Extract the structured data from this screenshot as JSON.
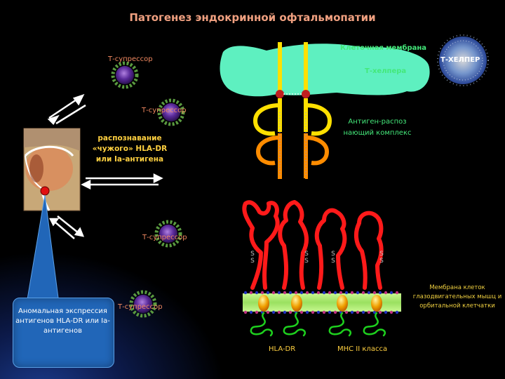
{
  "title": "Патогенез эндокринной офтальмопатии",
  "t_suppressor_labels": [
    "Т-супрессор",
    "Т-супрессор",
    "Т-супрессор",
    "Т-супрессор"
  ],
  "t_helper_label": "Т-ХЕЛПЕР",
  "cell_membrane_label": "Клеточная мембрана",
  "t_helper_sub_label": "Т-хелпера",
  "antigen_complex_label": "Антиген-распоз нающий комплекс",
  "recognition_text": "распознавание «чужого» HLA-DR или Iа-антигена",
  "muscle_membrane_text": "Мембрана клеток глазодвигательных мышц и орбитальной клетчатки",
  "hla_dr_label": "HLA-DR",
  "mhc_label": "MHC II класса",
  "ss_glyph": "S S",
  "callout_text": "Аномальная экспрессия антигенов HLA-DR или Iа-антигенов",
  "colors": {
    "title": "#f0a080",
    "accent_green": "#44e87a",
    "membrane_cyan": "#5ef0c0",
    "receptor_yellow": "#ffe000",
    "receptor_orange": "#ff8c00",
    "chain_red": "#ff1a1a",
    "chain_green": "#1ed01e",
    "bilayer_green": "#a8ee70",
    "callout_blue": "#2166b8"
  },
  "icons": [
    "t-cell-spiky-icon",
    "t-helper-cell-icon",
    "eye-orbit-section-icon",
    "double-arrow-icon"
  ]
}
